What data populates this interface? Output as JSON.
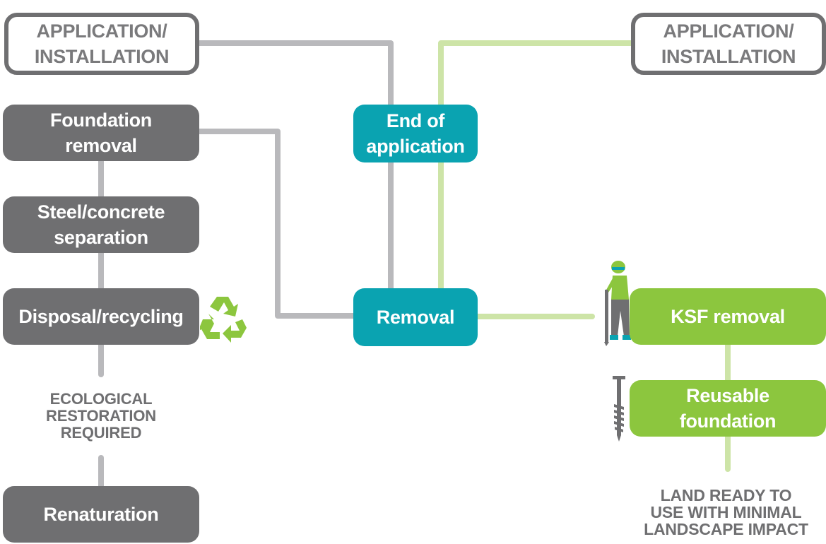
{
  "colors": {
    "gray": "#6f6f71",
    "teal": "#0aa3b1",
    "green": "#8cc63e",
    "line_gray": "#b9b9bc",
    "line_green": "#cde4a7"
  },
  "left": {
    "application": "APPLICATION/\nINSTALLATION",
    "foundation_removal": "Foundation\nremoval",
    "steel_concrete": "Steel/concrete\nseparation",
    "disposal": "Disposal/recycling",
    "ecological_note": "ECOLOGICAL\nRESTORATION\nREQUIRED",
    "renaturation": "Renaturation"
  },
  "center": {
    "end_of_application": "End of\napplication",
    "removal": "Removal"
  },
  "right": {
    "application": "APPLICATION/\nINSTALLATION",
    "ksf_removal": "KSF removal",
    "reusable": "Reusable\nfoundation",
    "land_note": "LAND READY TO\nUSE WITH MINIMAL\nLANDSCAPE IMPACT"
  },
  "icons": [
    "recycle-icon",
    "worker-icon",
    "screw-pile-icon"
  ]
}
